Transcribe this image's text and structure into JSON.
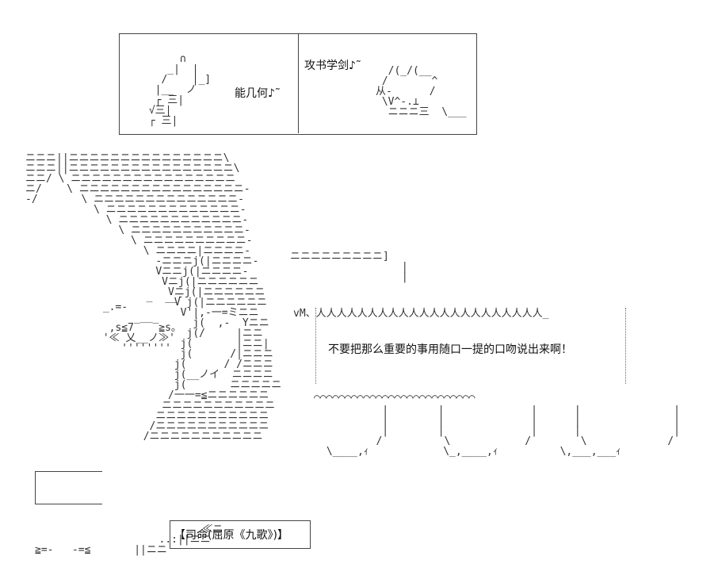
{
  "panel_left": {
    "text": "能几何♪˜"
  },
  "panel_right": {
    "text": "攻书学剑♪˜"
  },
  "speech": {
    "text": "不要把那么重要的事用随口一提的口吻说出来啊！"
  },
  "caption": {
    "text": "【司命(屈原《九歌》)】"
  },
  "colors": {
    "ink": "#333333",
    "background": "#ffffff"
  }
}
